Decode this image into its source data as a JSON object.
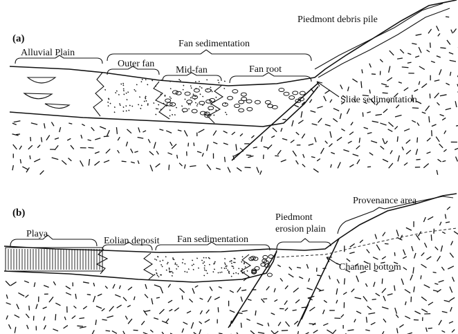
{
  "panel_a": {
    "label": "(a)",
    "labels": {
      "alluvial_plain": "Alluvial Plain",
      "fan_sedimentation": "Fan sedimentation",
      "outer_fan": "Outer fan",
      "mid_fan": "Mid-fan",
      "fan_root": "Fan root",
      "piedmont_debris_pile": "Piedmont debris pile",
      "slide_sedimentation": "Slide sedimentation"
    }
  },
  "panel_b": {
    "label": "(b)",
    "labels": {
      "playa": "Playa",
      "eolian_deposit": "Eolian deposit",
      "fan_sedimentation": "Fan sedimentation",
      "piedmont_line1": "Piedmont",
      "piedmont_line2": "erosion plain",
      "provenance_area": "Provenance area",
      "channel_bottom": "Channel bottom"
    }
  }
}
